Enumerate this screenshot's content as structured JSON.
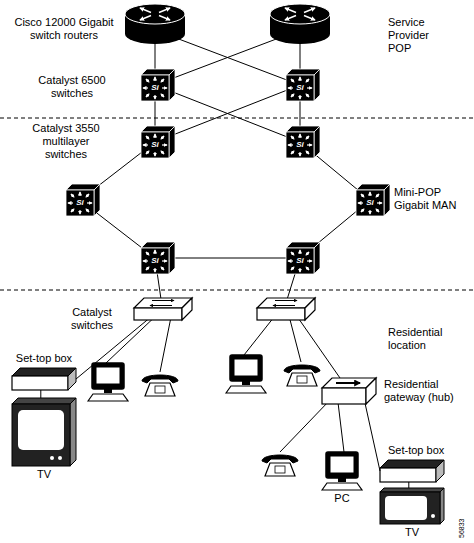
{
  "diagram": {
    "nodes": [
      {
        "text": [
          "Set-top box"
        ]
      },
      {
        "text": [
          "TV"
        ]
      },
      {
        "text": [
          "Residential gateway (hub)"
        ]
      },
      {
        "text": [
          "PC"
        ]
      },
      {
        "text": [
          "Set-top box"
        ]
      },
      {
        "text": [
          "TV"
        ]
      }
    ],
    "edges": [
      {
        "from": 0,
        "to": 1,
        "arrow": "none"
      },
      {
        "from": 2,
        "to": 3,
        "arrow": "none"
      },
      {
        "from": 2,
        "to": 4,
        "arrow": "none"
      },
      {
        "from": 4,
        "to": 5,
        "arrow": "none"
      }
    ],
    "labels": [
      "Cisco 12000 Gigabit switch routers",
      "Service Provider POP",
      "Catalyst 6500 switches",
      "Catalyst 3550 multilayer switches",
      "Mini-POP Gigabit MAN",
      "Catalyst switches",
      "Residential location",
      "56833",
      "Si",
      "Si",
      "Si",
      "Si",
      "Si",
      "Si",
      "Si",
      "Si"
    ]
  }
}
